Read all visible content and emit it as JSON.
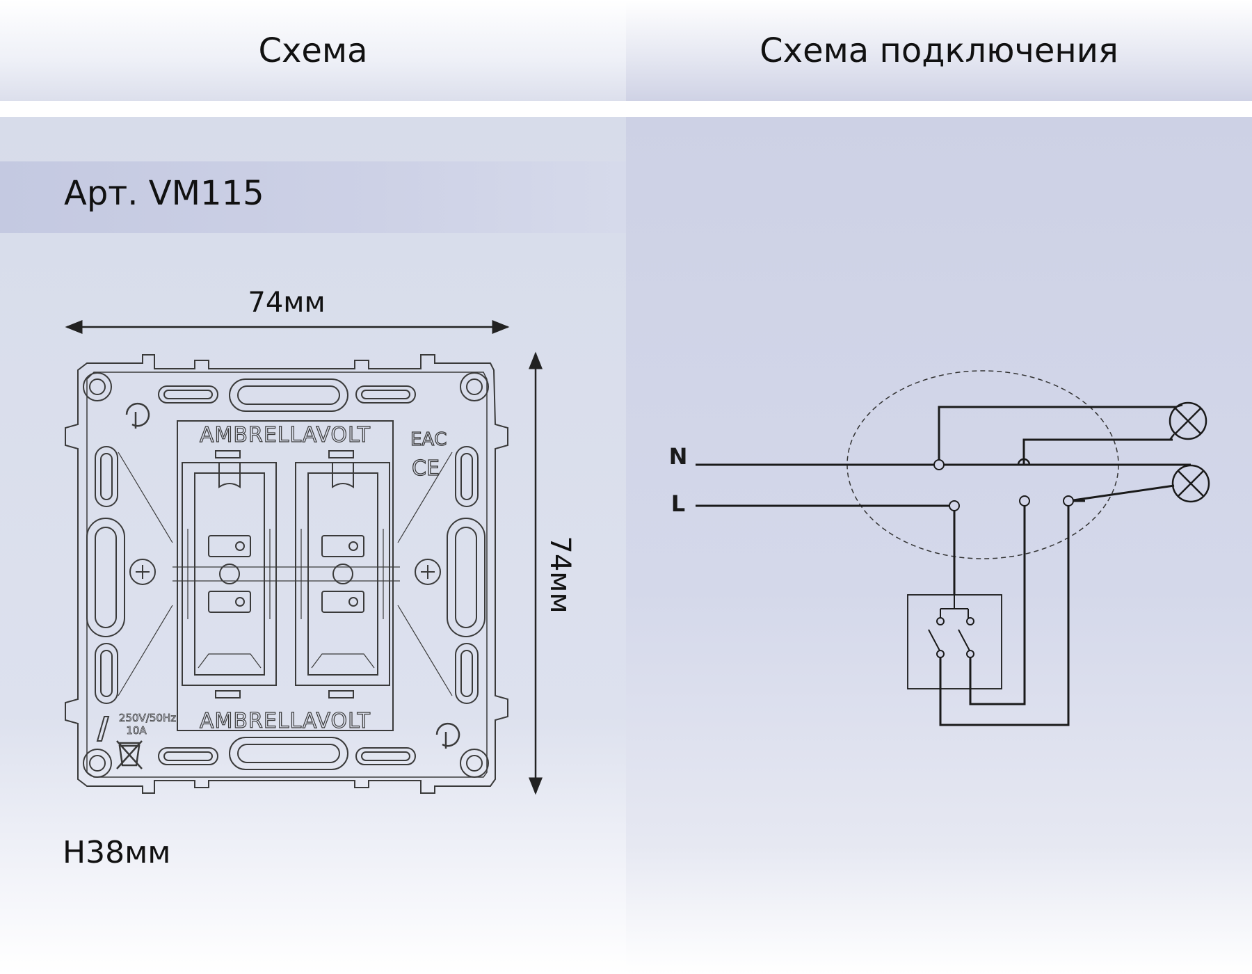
{
  "header": {
    "left_title": "Схема",
    "right_title": "Схема подключения"
  },
  "product": {
    "article": "Арт. VM115",
    "width_label": "74мм",
    "height_label": "74мм",
    "depth_label": "H38мм",
    "brand": "AMBRELLAVOLT",
    "rating_voltage": "250V/50Hz",
    "rating_current": "10A",
    "certification_marks": [
      "ЕАС",
      "CE"
    ]
  },
  "wiring": {
    "terminal_n": "N",
    "terminal_l": "L"
  },
  "colors": {
    "line": "#1a1a1a",
    "drawing": "#3a3a3a"
  }
}
